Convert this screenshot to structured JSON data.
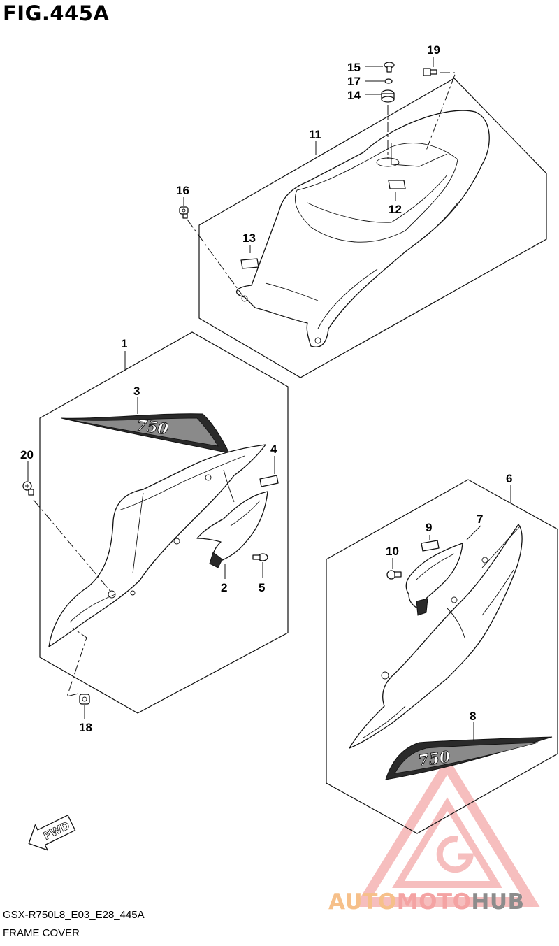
{
  "figure": {
    "title": "FIG.445A",
    "code": "GSX-R750L8_E03_E28_445A",
    "name": "FRAME COVER"
  },
  "callouts": {
    "c1": "1",
    "c2": "2",
    "c3": "3",
    "c4": "4",
    "c5": "5",
    "c6": "6",
    "c7": "7",
    "c8": "8",
    "c9": "9",
    "c10": "10",
    "c11": "11",
    "c12": "12",
    "c13": "13",
    "c14": "14",
    "c15": "15",
    "c16": "16",
    "c17": "17",
    "c18": "18",
    "c19": "19",
    "c20": "20"
  },
  "emblem_text": "750",
  "fwd_label": "FWD",
  "watermark": {
    "part1": "AUTO",
    "part2": "MOTO",
    "part3": "HUB"
  },
  "colors": {
    "watermark_orange": "#f6c08a",
    "watermark_red": "#f4a3a3",
    "watermark_gray": "#8c8c8c"
  }
}
